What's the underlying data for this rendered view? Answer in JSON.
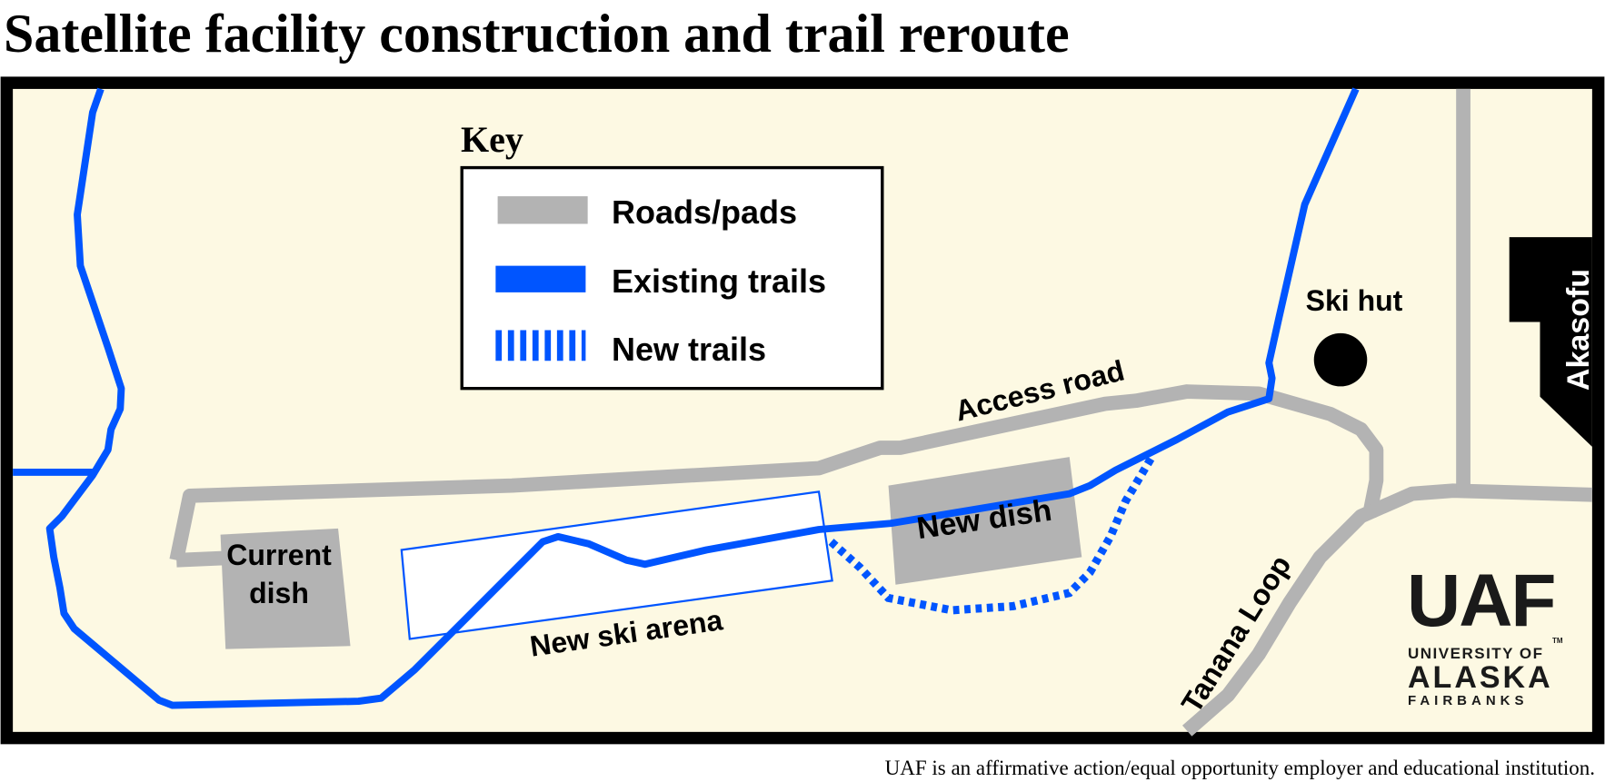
{
  "title": "Satellite facility construction and trail reroute",
  "key": {
    "heading": "Key",
    "items": [
      {
        "label": "Roads/pads",
        "color": "#b3b3b3"
      },
      {
        "label": "Existing trails",
        "color": "#0055ff"
      },
      {
        "label": "New trails",
        "color": "#0055ff"
      }
    ]
  },
  "places": {
    "current_dish_line1": "Current",
    "current_dish_line2": "dish",
    "new_dish": "New dish",
    "new_ski_arena": "New ski arena",
    "access_road": "Access road",
    "ski_hut": "Ski hut",
    "tanana_loop": "Tanana Loop",
    "akasofu": "Akasofu"
  },
  "logo": {
    "mark": "UAF",
    "tm": "TM",
    "line1": "UNIVERSITY OF",
    "line2": "ALASKA",
    "line3": "FAIRBANKS"
  },
  "footer": "UAF is an affirmative action/equal opportunity employer and educational institution.",
  "colors": {
    "background": "#fdf9e3",
    "road": "#b3b3b3",
    "trail": "#0055ff",
    "frame": "#000000"
  }
}
